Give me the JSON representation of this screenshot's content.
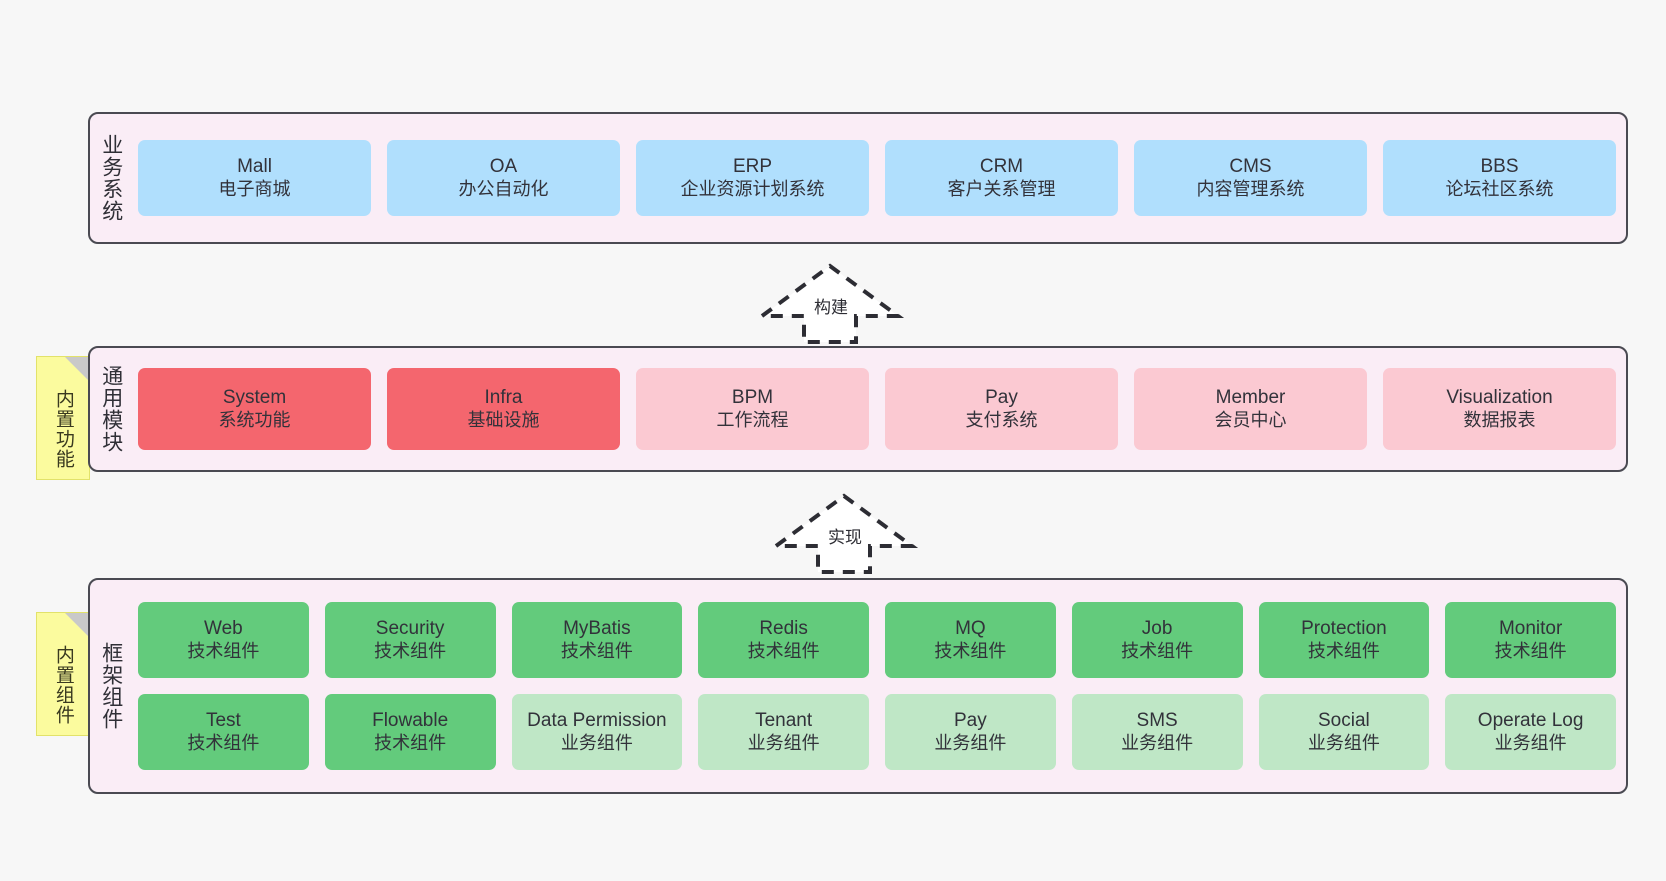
{
  "diagram": {
    "background": "#f7f7f7",
    "container_fill": "#faedf6",
    "container_border": "#4a4a52"
  },
  "layers": [
    {
      "id": "business",
      "title": "业务系统",
      "tag": null,
      "rows": [
        {
          "columns": 6,
          "style": "blue",
          "cards": [
            {
              "en": "Mall",
              "cn": "电子商城",
              "color": "#b0dffd"
            },
            {
              "en": "OA",
              "cn": "办公自动化",
              "color": "#b0dffd"
            },
            {
              "en": "ERP",
              "cn": "企业资源计划系统",
              "color": "#b0dffd"
            },
            {
              "en": "CRM",
              "cn": "客户关系管理",
              "color": "#b0dffd"
            },
            {
              "en": "CMS",
              "cn": "内容管理系统",
              "color": "#b0dffd"
            },
            {
              "en": "BBS",
              "cn": "论坛社区系统",
              "color": "#b0dffd"
            }
          ]
        }
      ]
    },
    {
      "id": "common-module",
      "title": "通用模块",
      "tag": "内置功能",
      "rows": [
        {
          "columns": 6,
          "style": "mixed",
          "cards": [
            {
              "en": "System",
              "cn": "系统功能",
              "color": "#f4666e"
            },
            {
              "en": "Infra",
              "cn": "基础设施",
              "color": "#f4666e"
            },
            {
              "en": "BPM",
              "cn": "工作流程",
              "color": "#fbc9d2"
            },
            {
              "en": "Pay",
              "cn": "支付系统",
              "color": "#fbc9d2"
            },
            {
              "en": "Member",
              "cn": "会员中心",
              "color": "#fbc9d2"
            },
            {
              "en": "Visualization",
              "cn": "数据报表",
              "color": "#fbc9d2"
            }
          ]
        }
      ]
    },
    {
      "id": "framework",
      "title": "框架组件",
      "tag": "内置组件",
      "rows": [
        {
          "columns": 8,
          "style": "green",
          "cards": [
            {
              "en": "Web",
              "cn": "技术组件",
              "color": "#63cb7c"
            },
            {
              "en": "Security",
              "cn": "技术组件",
              "color": "#63cb7c"
            },
            {
              "en": "MyBatis",
              "cn": "技术组件",
              "color": "#63cb7c"
            },
            {
              "en": "Redis",
              "cn": "技术组件",
              "color": "#63cb7c"
            },
            {
              "en": "MQ",
              "cn": "技术组件",
              "color": "#63cb7c"
            },
            {
              "en": "Job",
              "cn": "技术组件",
              "color": "#63cb7c"
            },
            {
              "en": "Protection",
              "cn": "技术组件",
              "color": "#63cb7c"
            },
            {
              "en": "Monitor",
              "cn": "技术组件",
              "color": "#63cb7c"
            }
          ]
        },
        {
          "columns": 8,
          "style": "green-mixed",
          "cards": [
            {
              "en": "Test",
              "cn": "技术组件",
              "color": "#63cb7c"
            },
            {
              "en": "Flowable",
              "cn": "技术组件",
              "color": "#63cb7c"
            },
            {
              "en": "Data Permission",
              "cn": "业务组件",
              "color": "#bfe7c6"
            },
            {
              "en": "Tenant",
              "cn": "业务组件",
              "color": "#bfe7c6"
            },
            {
              "en": "Pay",
              "cn": "业务组件",
              "color": "#bfe7c6"
            },
            {
              "en": "SMS",
              "cn": "业务组件",
              "color": "#bfe7c6"
            },
            {
              "en": "Social",
              "cn": "业务组件",
              "color": "#bfe7c6"
            },
            {
              "en": "Operate Log",
              "cn": "业务组件",
              "color": "#bfe7c6"
            }
          ]
        }
      ]
    }
  ],
  "arrows": [
    {
      "id": "build",
      "label": "构建",
      "direction": "up"
    },
    {
      "id": "implement",
      "label": "实现",
      "direction": "up"
    }
  ]
}
